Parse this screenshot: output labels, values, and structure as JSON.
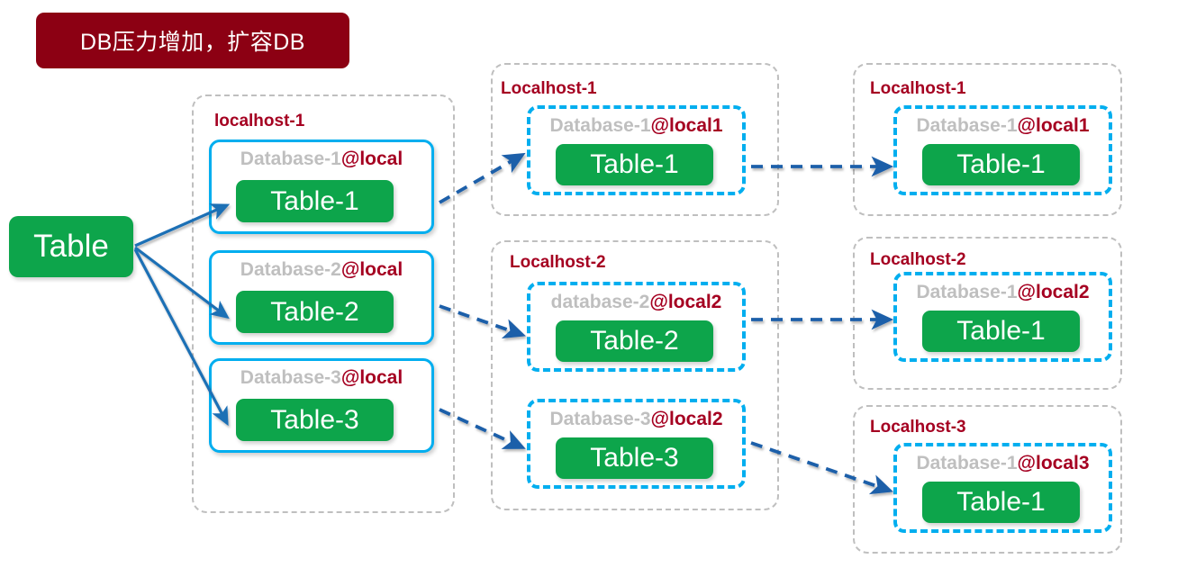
{
  "banner": {
    "text": "DB压力增加，扩容DB",
    "bg_color": "#8C0013",
    "text_color": "#FFFFFF"
  },
  "colors": {
    "green": "#0DA54B",
    "cyan": "#00AEEF",
    "dark_red": "#A50021",
    "gray": "#BFBFBF",
    "arrow_blue": "#1F5FA9"
  },
  "source": {
    "label": "Table"
  },
  "columns": [
    {
      "id": "column-1",
      "hosts": [
        {
          "id": "host-localhost-1-col1",
          "label": "localhost-1",
          "box_style": "solid",
          "databases": [
            {
              "name": "Database-1",
              "at": "@local",
              "table": "Table-1"
            },
            {
              "name": "Database-2",
              "at": "@local",
              "table": "Table-2"
            },
            {
              "name": "Database-3",
              "at": "@local",
              "table": "Table-3"
            }
          ]
        }
      ]
    },
    {
      "id": "column-2",
      "hosts": [
        {
          "id": "host-localhost-1-col2",
          "label": "Localhost-1",
          "box_style": "dashed",
          "databases": [
            {
              "name": "Database-1",
              "at": "@local1",
              "table": "Table-1"
            }
          ]
        },
        {
          "id": "host-localhost-2-col2",
          "label": "Localhost-2",
          "box_style": "dashed",
          "databases": [
            {
              "name": "database-2",
              "at": "@local2",
              "table": "Table-2"
            },
            {
              "name": "Database-3",
              "at": "@local2",
              "table": "Table-3"
            }
          ]
        }
      ]
    },
    {
      "id": "column-3",
      "hosts": [
        {
          "id": "host-localhost-1-col3",
          "label": "Localhost-1",
          "box_style": "dashed",
          "databases": [
            {
              "name": "Database-1",
              "at": "@local1",
              "table": "Table-1"
            }
          ]
        },
        {
          "id": "host-localhost-2-col3",
          "label": "Localhost-2",
          "box_style": "dashed",
          "databases": [
            {
              "name": "Database-1",
              "at": "@local2",
              "table": "Table-1"
            }
          ]
        },
        {
          "id": "host-localhost-3-col3",
          "label": "Localhost-3",
          "box_style": "dashed",
          "databases": [
            {
              "name": "Database-1",
              "at": "@local3",
              "table": "Table-1"
            }
          ]
        }
      ]
    }
  ]
}
